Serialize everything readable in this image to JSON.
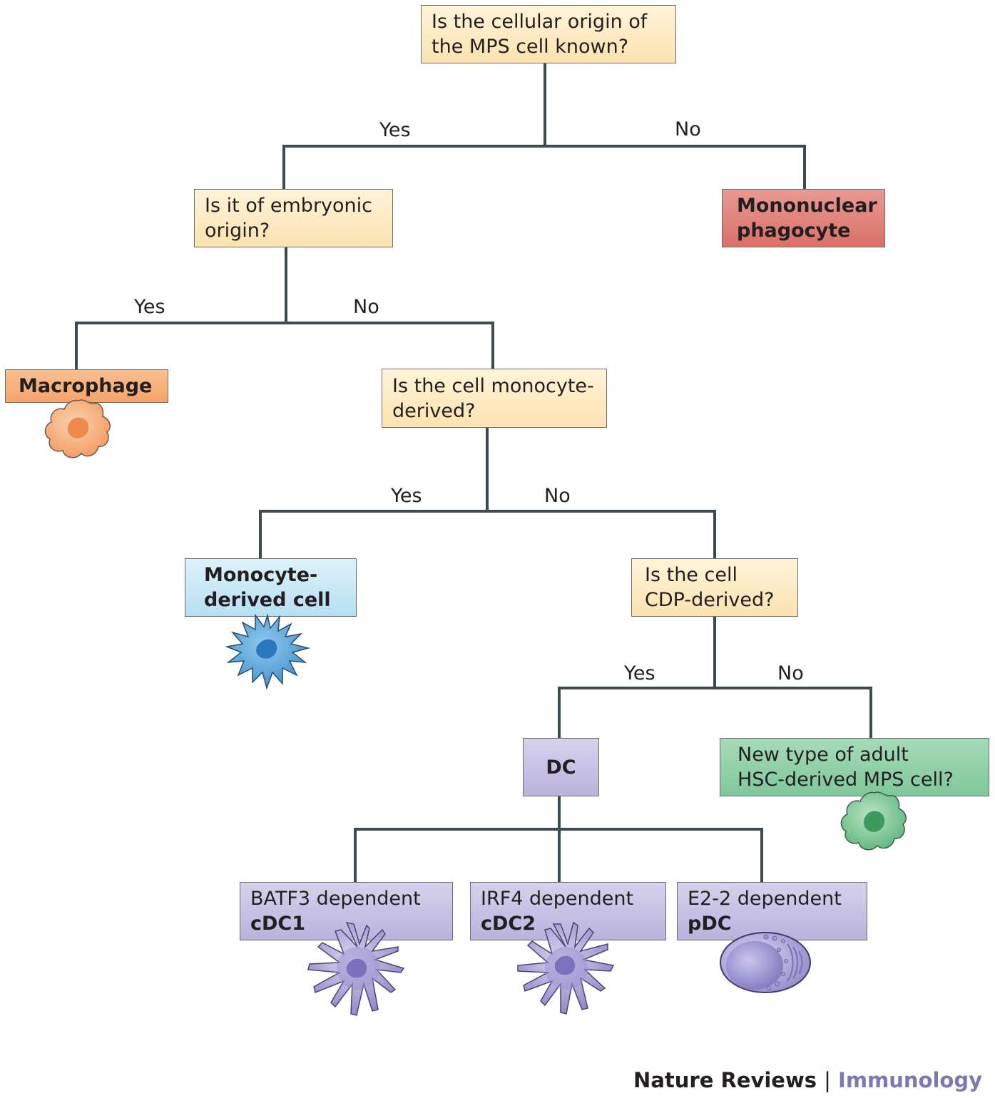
{
  "nodes": {
    "q1": "Is the cellular origin of the MPS cell known?",
    "q1_line1": "Is the cellular origin of",
    "q1_line2": "the MPS cell known?",
    "q2_line1": "Is it of embryonic",
    "q2_line2": "origin?",
    "mononuclear_line1": "Mononuclear",
    "mononuclear_line2": "phagocyte",
    "macrophage": "Macrophage",
    "q3_line1": "Is the cell monocyte-",
    "q3_line2": "derived?",
    "monocyte_line1": "Monocyte-",
    "monocyte_line2": "derived cell",
    "q4_line1": "Is the cell",
    "q4_line2": "CDP-derived?",
    "dc": "DC",
    "hsc_line1": "New type of adult",
    "hsc_line2": "HSC-derived MPS cell?",
    "cdc1_line1": "BATF3 dependent",
    "cdc1_line2": "cDC1",
    "cdc2_line1": "IRF4 dependent",
    "cdc2_line2": "cDC2",
    "pdc_line1": "E2-2 dependent",
    "pdc_line2": "pDC"
  },
  "branch_labels": {
    "yes": "Yes",
    "no": "No"
  },
  "credit": {
    "publisher": "Nature Reviews",
    "separator": "|",
    "journal": "Immunology"
  },
  "colors": {
    "line": "#3c4a52",
    "question": "#fce3b0",
    "macrophage": "#f5a36a",
    "monocyte": "#b6dff3",
    "mononuclear": "#d97068",
    "dc": "#b9b3dd",
    "hsc": "#7fc79a"
  },
  "icons": [
    "macrophage-cell-icon",
    "monocyte-cell-icon",
    "hsc-cell-icon",
    "cdc1-cell-icon",
    "cdc2-cell-icon",
    "pdc-cell-icon"
  ]
}
